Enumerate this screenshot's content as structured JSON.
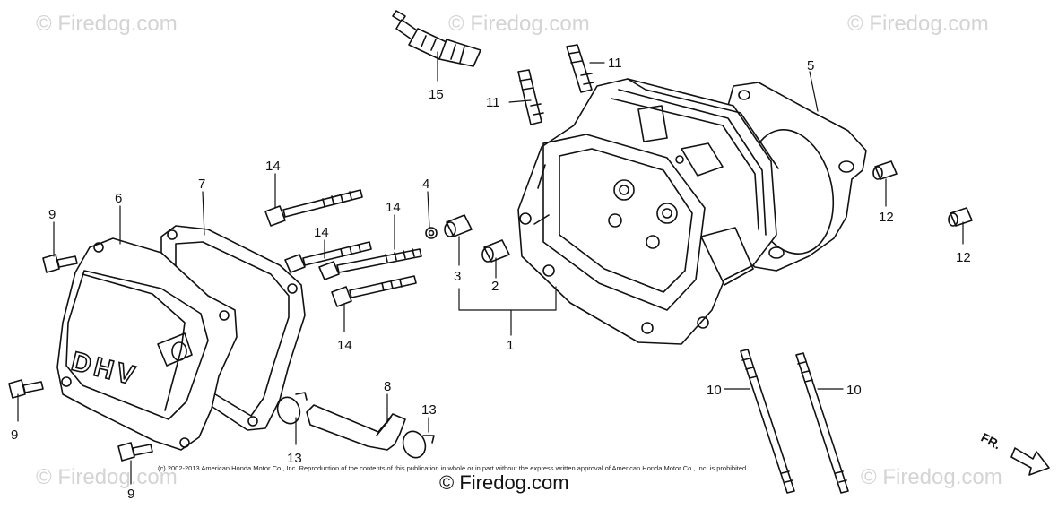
{
  "diagram": {
    "callouts": [
      {
        "id": "c1",
        "label": "1"
      },
      {
        "id": "c2",
        "label": "2"
      },
      {
        "id": "c3",
        "label": "3"
      },
      {
        "id": "c4",
        "label": "4"
      },
      {
        "id": "c5",
        "label": "5"
      },
      {
        "id": "c6",
        "label": "6"
      },
      {
        "id": "c7",
        "label": "7"
      },
      {
        "id": "c8",
        "label": "8"
      },
      {
        "id": "c9a",
        "label": "9"
      },
      {
        "id": "c9b",
        "label": "9"
      },
      {
        "id": "c9c",
        "label": "9"
      },
      {
        "id": "c10a",
        "label": "10"
      },
      {
        "id": "c10b",
        "label": "10"
      },
      {
        "id": "c11a",
        "label": "11"
      },
      {
        "id": "c11b",
        "label": "11"
      },
      {
        "id": "c12a",
        "label": "12"
      },
      {
        "id": "c12b",
        "label": "12"
      },
      {
        "id": "c13a",
        "label": "13"
      },
      {
        "id": "c13b",
        "label": "13"
      },
      {
        "id": "c14a",
        "label": "14"
      },
      {
        "id": "c14b",
        "label": "14"
      },
      {
        "id": "c14c",
        "label": "14"
      },
      {
        "id": "c14d",
        "label": "14"
      },
      {
        "id": "c15",
        "label": "15"
      }
    ],
    "cover_lettering": "DHV",
    "direction_label": "FR."
  },
  "watermark": "© Firedog.com",
  "copyright": "(c) 2002-2013 American Honda Motor Co., Inc. Reproduction of the contents of this publication in whole or in part without the express written approval of American Honda Motor Co., Inc. is prohibited."
}
